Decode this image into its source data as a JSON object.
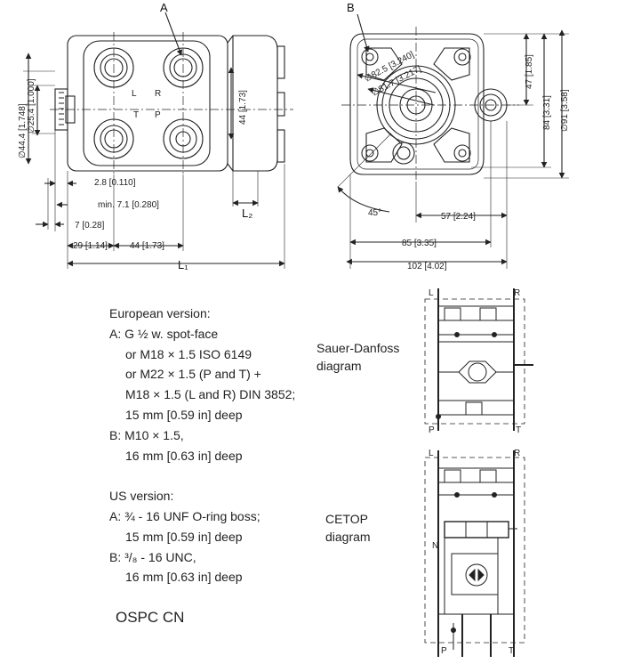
{
  "front_view": {
    "callout": "A",
    "port_labels": [
      "L",
      "R",
      "T",
      "P"
    ],
    "dims": {
      "d44": "∅44.4 [1.748]",
      "d25": "∅25.4 [1.000]",
      "h44": "44 [1.73]",
      "d2_8": "2.8 [0.110]",
      "dmin": "min. 7.1 [0.280]",
      "d7": "7 [0.28]",
      "d29": "29 [1.14]",
      "d44b": "44 [1.73]",
      "l1": "L₁",
      "l2": "L₂"
    }
  },
  "side_view": {
    "callout": "B",
    "dims": {
      "d82": "∅82.5 [3.240]",
      "d81": "∅81.7 [3.217]",
      "h47": "47 [1.85]",
      "h84": "84 [3.31]",
      "h91": "∅91 [3.58]",
      "ang": "45°",
      "w57": "57 [2.24]",
      "w85": "85 [3.35]",
      "w102": "102 [4.02]"
    }
  },
  "notes": {
    "eu_title": "European version:",
    "eu_a1": "A: G ½ w. spot-face",
    "eu_a2": "or M18 × 1.5 ISO 6149",
    "eu_a3": "or M22 × 1.5 (P and T) +",
    "eu_a4": "M18 × 1.5 (L and R) DIN 3852;",
    "eu_a5": "15 mm [0.59 in] deep",
    "eu_b1": "B: M10 × 1.5,",
    "eu_b2": "16 mm [0.63 in] deep",
    "us_title": "US version:",
    "us_a1": "A: ¾ - 16 UNF O-ring boss;",
    "us_a2": "15 mm [0.59 in] deep",
    "us_b1": "B: ³/₈ - 16 UNC,",
    "us_b2": "16 mm [0.63 in] deep"
  },
  "diagrams": {
    "sauer_line1": "Sauer-Danfoss",
    "sauer_line2": "diagram",
    "cetop_line1": "CETOP",
    "cetop_line2": "diagram",
    "labels": {
      "L": "L",
      "R": "R",
      "P": "P",
      "T": "T",
      "N": "N"
    }
  },
  "model": "OSPC CN"
}
